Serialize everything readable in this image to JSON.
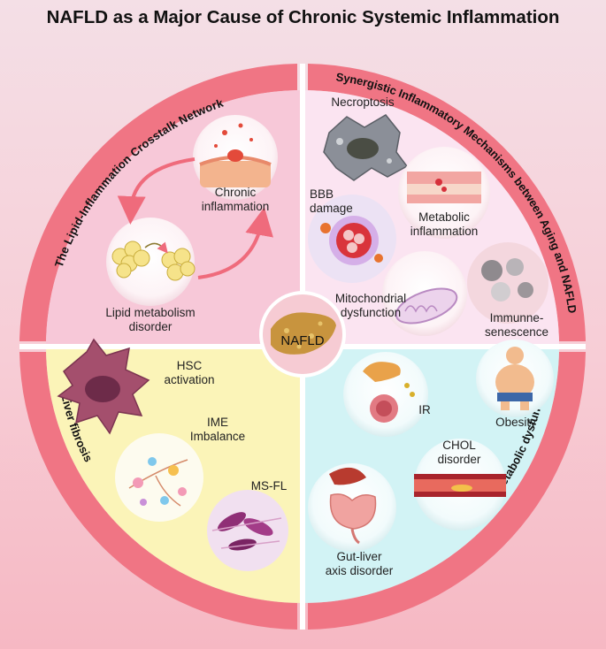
{
  "title": "NAFLD as a Major Cause of Chronic Systemic Inflammation",
  "center": {
    "label": "NAFLD"
  },
  "quadrants": {
    "top_left": {
      "arc_title": "The Lipid-Inflammation Crosstalk Network",
      "items": {
        "chronic": "Chronic\ninflammation",
        "lipid": "Lipid metabolism\ndisorder"
      }
    },
    "top_right": {
      "arc_title": "Synergistic Inflammatory Mechanisms between Aging and NAFLD",
      "items": {
        "necroptosis": "Necroptosis",
        "bbb": "BBB\ndamage",
        "metabolic_inflammation": "Metabolic\ninflammation",
        "mitochondrial": "Mitochondrial\ndysfunction",
        "immunosenescence": "Immunne-\nsenescence"
      }
    },
    "bottom_left": {
      "arc_title": "Liver fibrosis",
      "items": {
        "hsc": "HSC\nactivation",
        "ime": "IME\nImbalance",
        "msfl": "MS-FL"
      }
    },
    "bottom_right": {
      "arc_title": "Metabolic dysfunction",
      "items": {
        "ir": "IR",
        "obesity": "Obesity",
        "chol": "CHOL\ndisorder",
        "gut_liver": "Gut-liver\naxis disorder"
      }
    }
  },
  "colors": {
    "ring": "#f07584",
    "ring_dark": "#e85c6e",
    "q_top_left": "#f7c8d8",
    "q_top_right": "#fbe4f1",
    "q_bottom_left": "#fbf4b8",
    "q_bottom_right": "#d2f3f5"
  }
}
